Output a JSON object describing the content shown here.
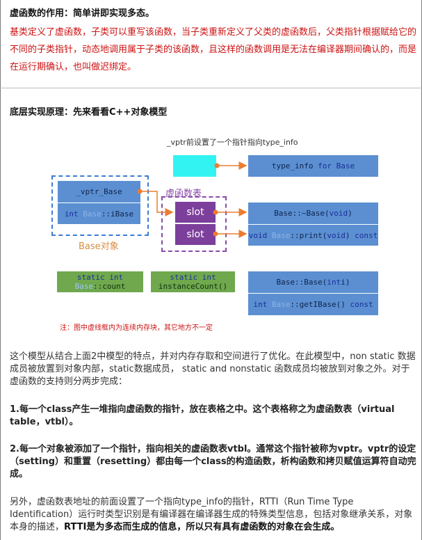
{
  "heading1": "虚函数的作用：简单讲即实现多态。",
  "red_paragraph": "基类定义了虚函数，子类可以重写该函数，当子类重新定义了父类的虚函数后，父类指针根据赋给它的不同的子类指针，动态地调用属于子类的该函数，且这样的函数调用是无法在编译器期间确认的，而是在运行期确认，也叫做迟绑定。",
  "heading2": "底层实现原理：先来看看C++对象模型",
  "diagram": {
    "vptr_note": "_vptr前设置了一个指针指向type_info",
    "type_info": [
      "type_info",
      "for",
      "Base"
    ],
    "vtbl_label": "虚函数表",
    "vptr_box": "_vptr_Base",
    "ibase": [
      "int",
      "Base",
      "::iBase"
    ],
    "base_object_label": "Base对象",
    "slot1": "slot",
    "slot2": "slot",
    "dtor": [
      "Base::~Base(",
      "void",
      ")"
    ],
    "print": [
      "void",
      "Base",
      "::print(",
      "void",
      ")",
      "const"
    ],
    "static1": [
      "static int",
      "Base",
      "::count"
    ],
    "static2": [
      "static int",
      "instanceCount()"
    ],
    "ctor": [
      "Base::Base(",
      "int",
      " i)"
    ],
    "getibase": [
      "int",
      "Base",
      "::getIBase()",
      "const"
    ],
    "note": "注：图中虚线框内为连续内存块，其它地方不一定"
  },
  "para1": "这个模型从结合上面2中模型的特点，并对内存存取和空间进行了优化。在此模型中，non static 数据成员被放置到对象内部，static数据成员， static and nonstatic 函数成员均被放到对象之外。对于虚函数的支持则分两步完成：",
  "para2": "1.每一个class产生一堆指向虚函数的指针，放在表格之中。这个表格称之为虚函数表（virtual table，vtbl）。",
  "para3": "2.每一个对象被添加了一个指针，指向相关的虚函数表vtbl。通常这个指针被称为vptr。vptr的设定（setting）和重置（resetting）都由每一个class的构造函数，析构函数和拷贝赋值运算符自动完成。",
  "para4_normal": "另外，虚函数表地址的前面设置了一个指向type_info的指针，RTTI（Run Time Type Identification）运行时类型识别是有编译器在编译器生成的特殊类型信息，包括对象继承关系，对象本身的描述，",
  "para4_bold": "RTTI是为多态而生成的信息，所以只有具有虚函数的对象在会生成。",
  "colors": {
    "red_text": "#cc1111",
    "blue_box": "#5b8fd1",
    "green_box": "#6fa84d",
    "purple_box": "#7c3f9b",
    "cyan_box": "#33f2f2",
    "arrow": "#ec7c30"
  }
}
